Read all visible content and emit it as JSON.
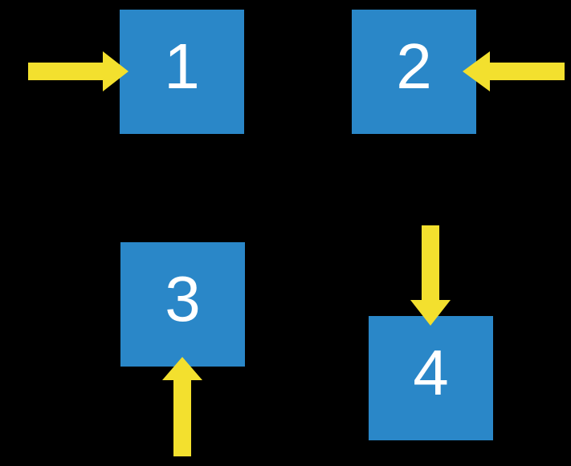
{
  "colors": {
    "background": "#000000",
    "square_fill": "#2a87c8",
    "arrow_fill": "#f3e02e",
    "label_text": "#ffffff"
  },
  "squares": [
    {
      "label": "1",
      "arrow_enters_from": "left"
    },
    {
      "label": "2",
      "arrow_enters_from": "right"
    },
    {
      "label": "3",
      "arrow_enters_from": "bottom"
    },
    {
      "label": "4",
      "arrow_enters_from": "top"
    }
  ]
}
